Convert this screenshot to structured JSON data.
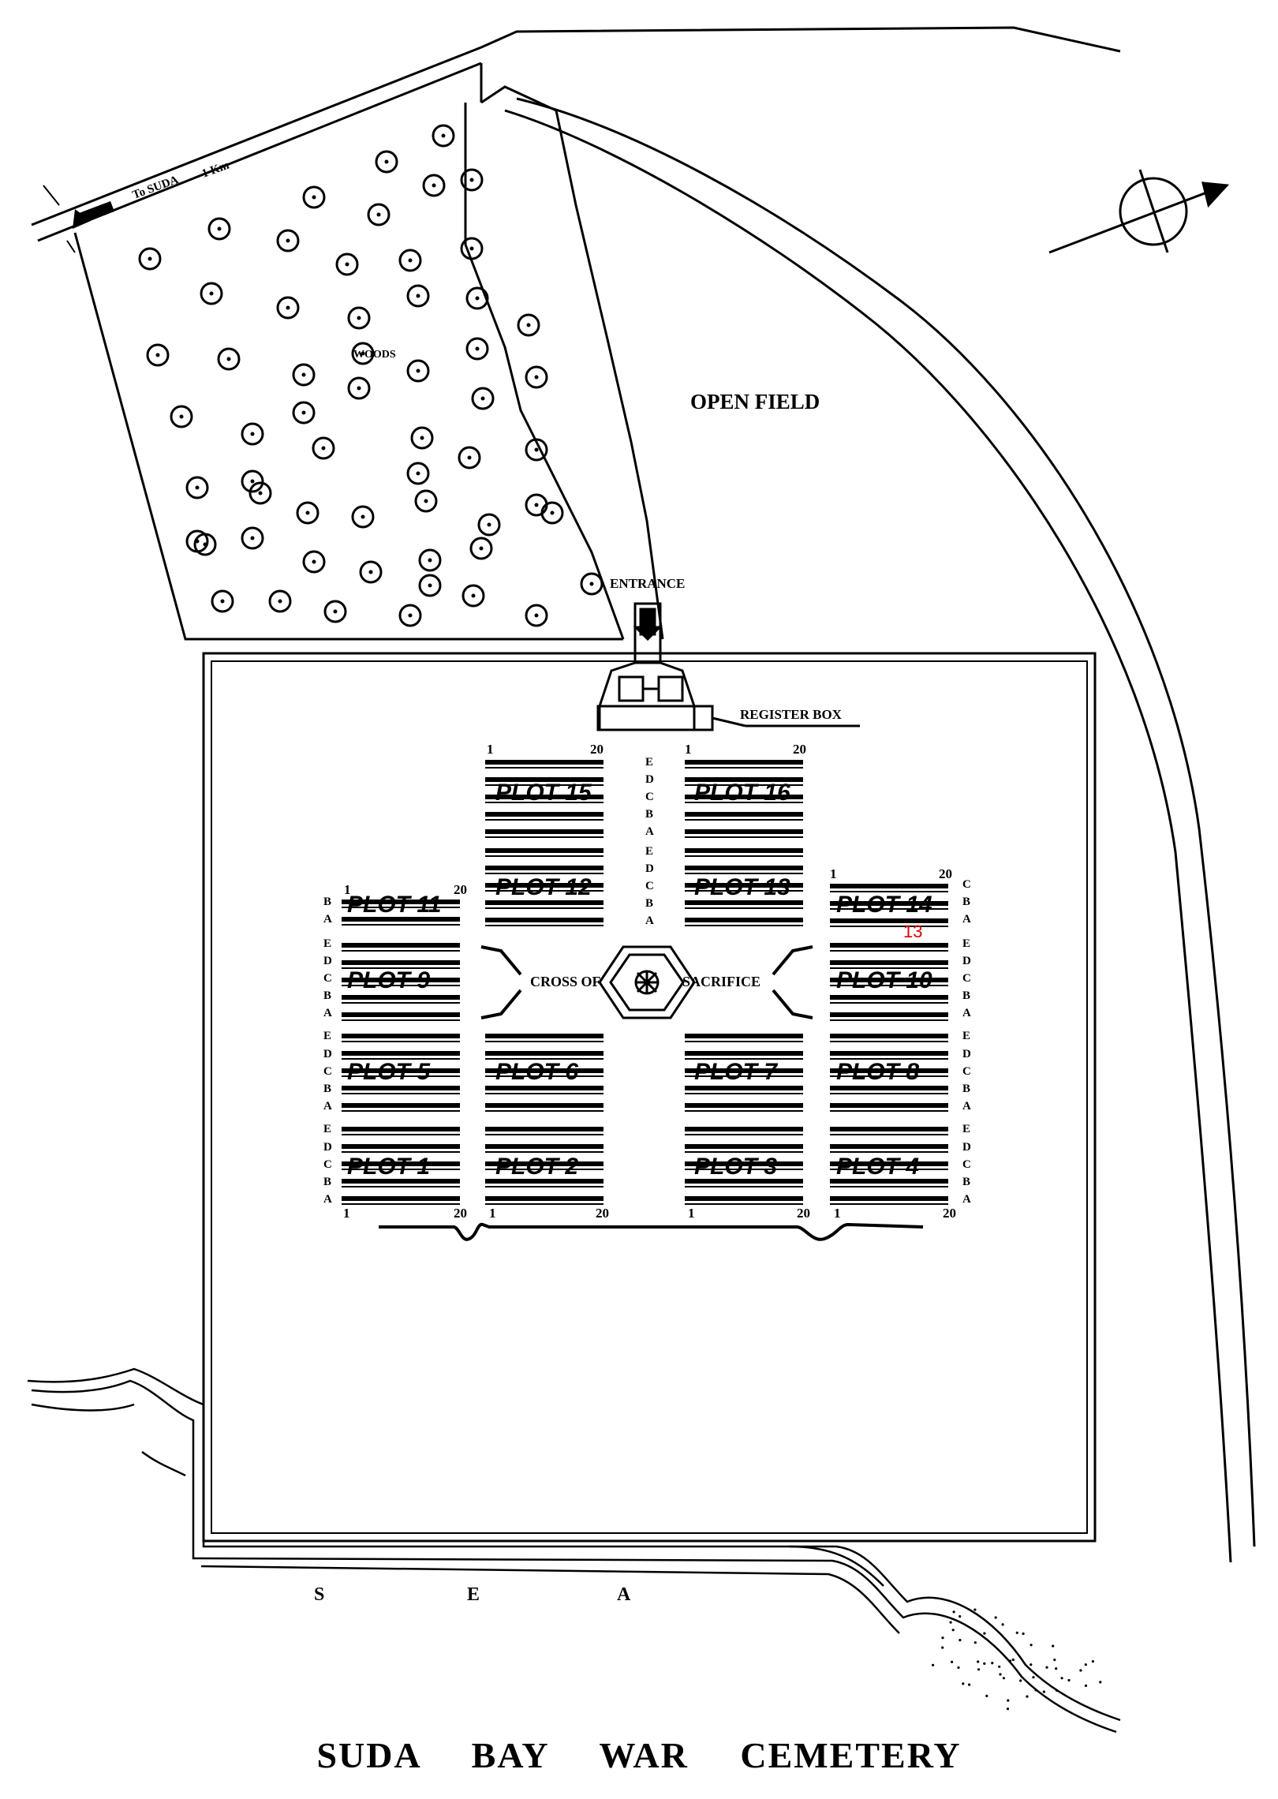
{
  "title": "SUDA BAY WAR CEMETERY",
  "labels": {
    "open_field": "OPEN FIELD",
    "woods": "WOODS",
    "to_suda": "To SUDA",
    "distance": "1 Km",
    "entrance": "ENTRANCE",
    "register_box": "REGISTER BOX",
    "cross_left": "CROSS OF",
    "cross_right": "SACRIFICE",
    "sea_s": "S",
    "sea_e": "E",
    "sea_a": "A",
    "marker": "13"
  },
  "grave_start": "1",
  "grave_end": "20",
  "plots": [
    {
      "id": "1",
      "label": "PLOT 1"
    },
    {
      "id": "2",
      "label": "PLOT 2"
    },
    {
      "id": "3",
      "label": "PLOT 3"
    },
    {
      "id": "4",
      "label": "PLOT 4"
    },
    {
      "id": "5",
      "label": "PLOT 5"
    },
    {
      "id": "6",
      "label": "PLOT 6"
    },
    {
      "id": "7",
      "label": "PLOT 7"
    },
    {
      "id": "8",
      "label": "PLOT 8"
    },
    {
      "id": "9",
      "label": "PLOT 9"
    },
    {
      "id": "10",
      "label": "PLOT 10"
    },
    {
      "id": "11",
      "label": "PLOT 11"
    },
    {
      "id": "12",
      "label": "PLOT 12"
    },
    {
      "id": "13",
      "label": "PLOT 13"
    },
    {
      "id": "14",
      "label": "PLOT 14"
    },
    {
      "id": "15",
      "label": "PLOT 15"
    },
    {
      "id": "16",
      "label": "PLOT 16"
    }
  ],
  "rows_five": [
    "E",
    "D",
    "C",
    "B",
    "A"
  ],
  "rows_two": [
    "B",
    "A"
  ],
  "rows_three": [
    "C",
    "B",
    "A"
  ],
  "colors": {
    "ink": "#000000",
    "marker": "#e00000"
  }
}
